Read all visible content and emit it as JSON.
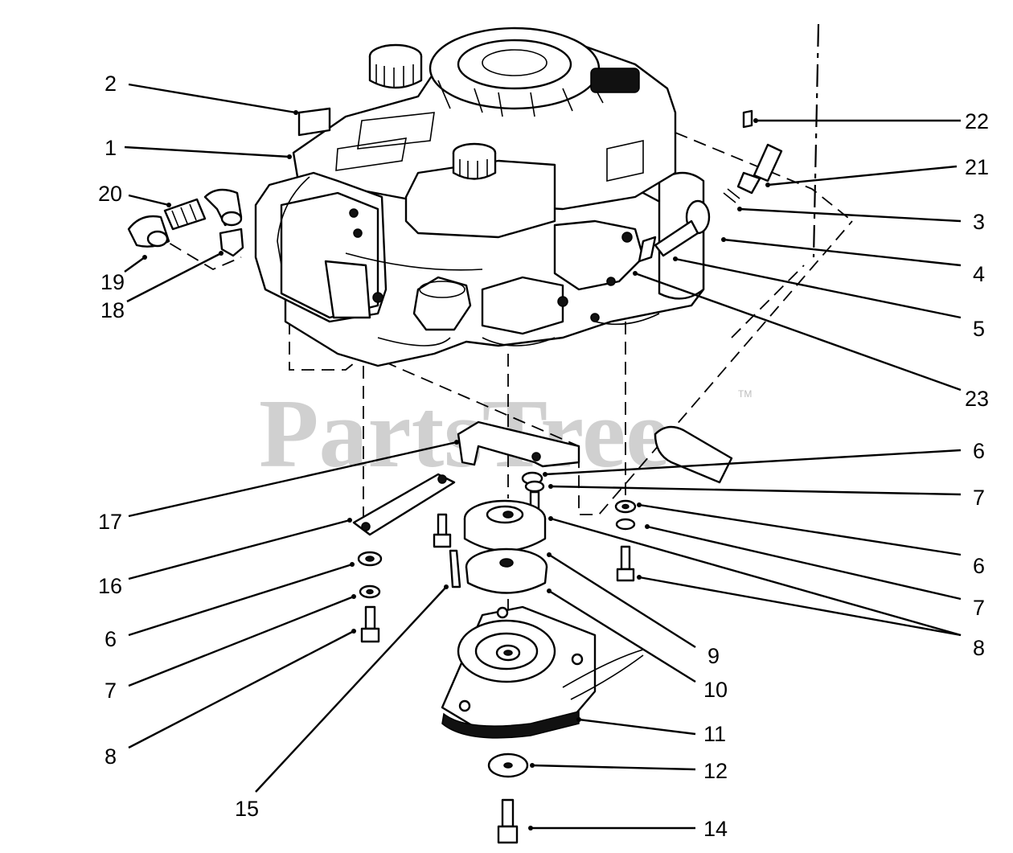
{
  "watermark": {
    "text": "PartsTree",
    "trademark": "TM"
  },
  "callouts": [
    {
      "id": "c1",
      "label": "1"
    },
    {
      "id": "c2",
      "label": "2"
    },
    {
      "id": "c3",
      "label": "3"
    },
    {
      "id": "c4",
      "label": "4"
    },
    {
      "id": "c5",
      "label": "5"
    },
    {
      "id": "c6a",
      "label": "6"
    },
    {
      "id": "c6b",
      "label": "6"
    },
    {
      "id": "c6c",
      "label": "6"
    },
    {
      "id": "c7a",
      "label": "7"
    },
    {
      "id": "c7b",
      "label": "7"
    },
    {
      "id": "c7c",
      "label": "7"
    },
    {
      "id": "c8a",
      "label": "8"
    },
    {
      "id": "c8b",
      "label": "8"
    },
    {
      "id": "c9",
      "label": "9"
    },
    {
      "id": "c10",
      "label": "10"
    },
    {
      "id": "c11",
      "label": "11"
    },
    {
      "id": "c12",
      "label": "12"
    },
    {
      "id": "c14",
      "label": "14"
    },
    {
      "id": "c15",
      "label": "15"
    },
    {
      "id": "c16",
      "label": "16"
    },
    {
      "id": "c17",
      "label": "17"
    },
    {
      "id": "c18",
      "label": "18"
    },
    {
      "id": "c19",
      "label": "19"
    },
    {
      "id": "c20",
      "label": "20"
    },
    {
      "id": "c21",
      "label": "21"
    },
    {
      "id": "c22",
      "label": "22"
    },
    {
      "id": "c23",
      "label": "23"
    }
  ]
}
